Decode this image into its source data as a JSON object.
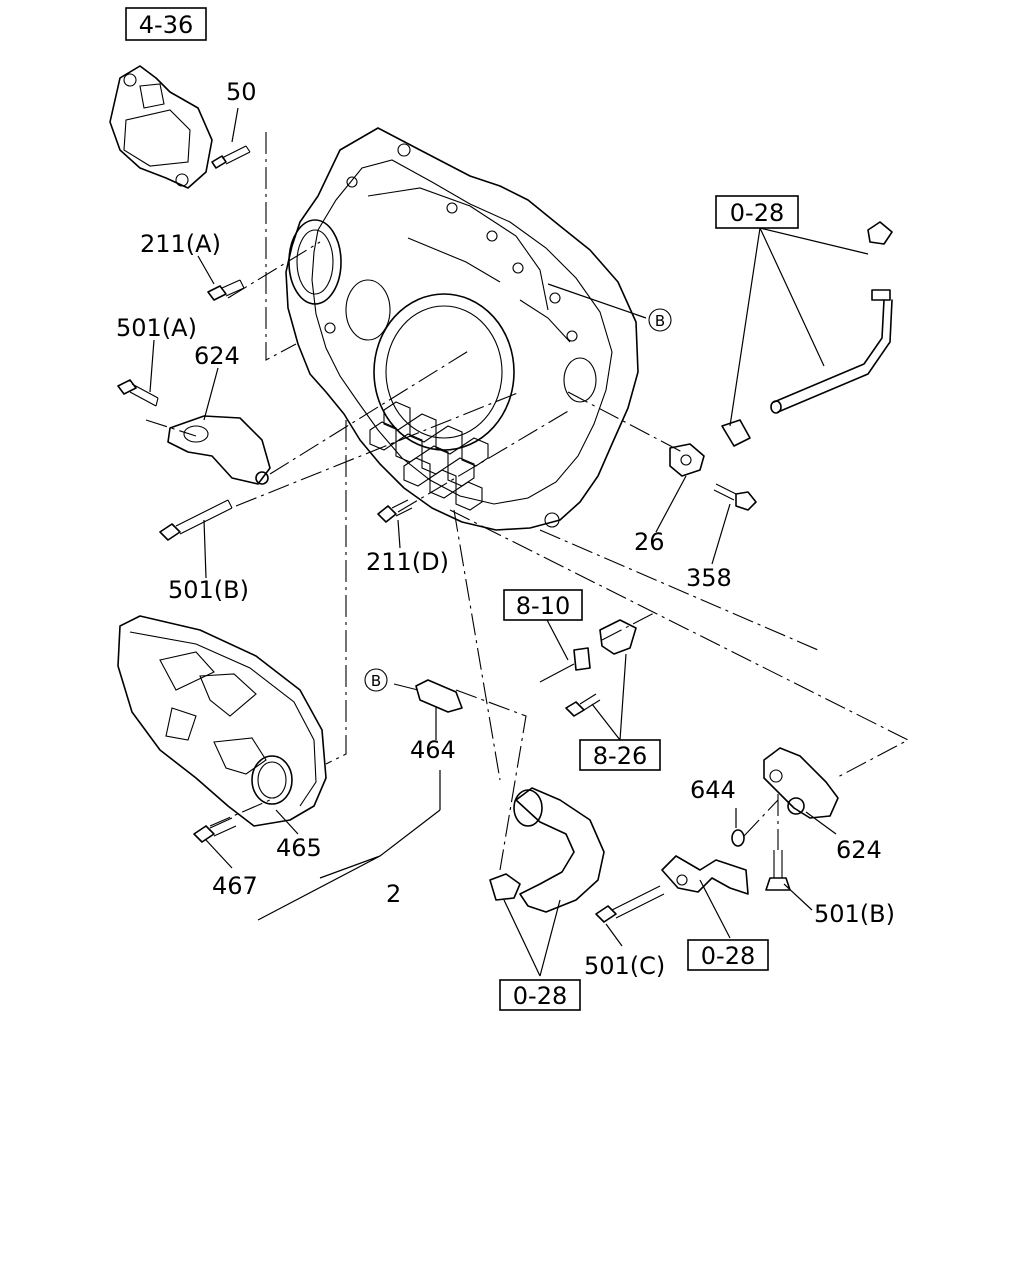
{
  "refs": {
    "r436": "4-36",
    "r028a": "0-28",
    "r810": "8-10",
    "r826": "8-26",
    "r028b": "0-28",
    "r028c": "0-28"
  },
  "labels": {
    "l50": "50",
    "l211a": "211(A)",
    "l501a": "501(A)",
    "l624a": "624",
    "l501b_left": "501(B)",
    "l211d": "211(D)",
    "l26": "26",
    "l358": "358",
    "l464": "464",
    "l465": "465",
    "l467": "467",
    "l2": "2",
    "l644": "644",
    "l624b": "624",
    "l501b_right": "501(B)",
    "l501c": "501(C)"
  },
  "markers": {
    "b1": "B",
    "b2": "B"
  }
}
